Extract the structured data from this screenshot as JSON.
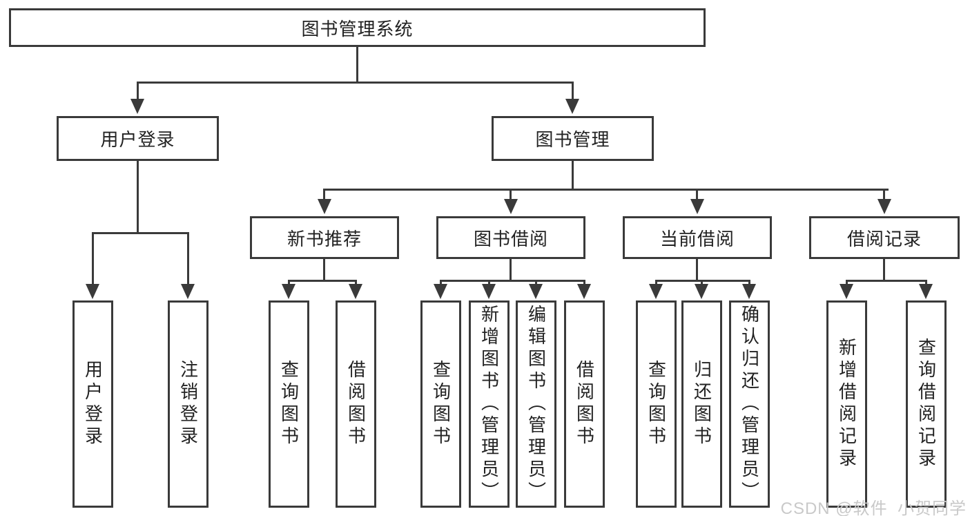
{
  "diagram": {
    "type": "hierarchy-tree",
    "root": {
      "label": "图书管理系统"
    },
    "branches": [
      {
        "label": "用户登录",
        "children": [
          "用户登录",
          "注销登录"
        ]
      },
      {
        "label": "图书管理",
        "sections": [
          {
            "label": "新书推荐",
            "children": [
              "查询图书",
              "借阅图书"
            ]
          },
          {
            "label": "图书借阅",
            "children": [
              "查询图书",
              "新增图书（管理员）",
              "编辑图书（管理员）",
              "借阅图书"
            ]
          },
          {
            "label": "当前借阅",
            "children": [
              "查询图书",
              "归还图书",
              "确认归还（管理员）"
            ]
          },
          {
            "label": "借阅记录",
            "children": [
              "新增借阅记录",
              "查询借阅记录"
            ]
          }
        ]
      }
    ]
  },
  "watermark": {
    "text": "CSDN @软件_小贺同学",
    "color": "#c9c9c9"
  },
  "colors": {
    "line": "#3a3a3a",
    "text": "#222222",
    "background": "#ffffff"
  }
}
